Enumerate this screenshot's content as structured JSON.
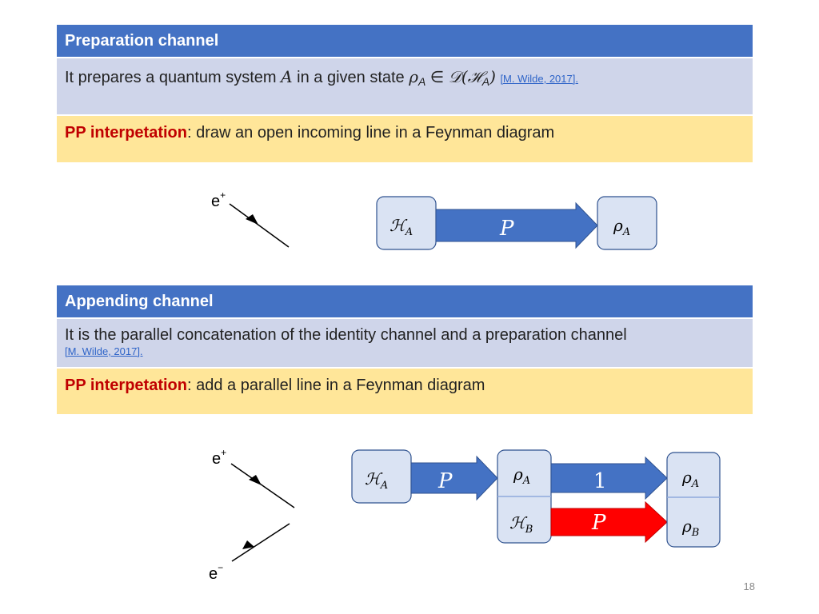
{
  "prep": {
    "title": "Preparation channel",
    "desc_prefix": "It prepares a quantum system ",
    "desc_system": "A",
    "desc_middle": " in a given state ",
    "state_symbol": "ρ",
    "state_sub": "A",
    "elem_of": " ∈ ",
    "dens_symbol": "𝒟(ℋ",
    "dens_sub": "A",
    "dens_close": ")",
    "reference": "[M. Wilde, 2017].",
    "pp_label": "PP interpetation",
    "pp_text": ": draw an open incoming line in a Feynman diagram"
  },
  "append": {
    "title": "Appending channel",
    "desc": "It is the parallel concatenation of the identity channel and a preparation channel",
    "reference": "[M. Wilde, 2017].",
    "pp_label": "PP interpetation",
    "pp_text": ": add a parallel line in a Feynman diagram"
  },
  "diagram1": {
    "particle_label": "e",
    "particle_charge": "+",
    "input_box": "ℋ",
    "input_sub": "A",
    "arrow_label": "P",
    "output_box": "ρ",
    "output_sub": "A"
  },
  "diagram2": {
    "particle_top": "e",
    "charge_top": "+",
    "particle_bottom": "e",
    "charge_bottom": "−",
    "input_box": "ℋ",
    "input_sub": "A",
    "arrow1_label": "P",
    "mid_top": "ρ",
    "mid_top_sub": "A",
    "mid_bottom": "ℋ",
    "mid_bottom_sub": "B",
    "arrow_identity_label": "1",
    "arrow_prep_label": "P",
    "out_top": "ρ",
    "out_top_sub": "A",
    "out_bottom": "ρ",
    "out_bottom_sub": "B"
  },
  "colors": {
    "header_blue": "#4472C4",
    "row_blue": "#CFD5EA",
    "row_yellow": "#FFE699",
    "pp_red": "#C00000",
    "arrow_blue": "#4472C4",
    "arrow_red": "#FF0000",
    "box_fill": "#DAE3F3",
    "box_stroke": "#2F528F"
  },
  "page_number": "18"
}
